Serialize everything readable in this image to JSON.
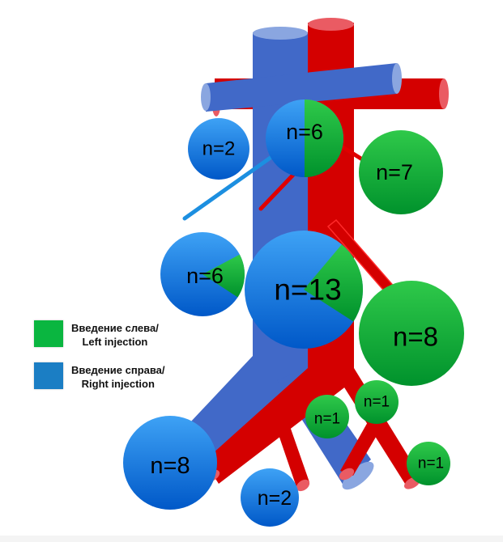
{
  "colors": {
    "vein": "#4169c8",
    "vein_cap": "#8aa6e0",
    "artery": "#d40000",
    "artery_cap": "#ea5b63",
    "left_injection": "#0ab640",
    "right_injection": "#1a7fd8"
  },
  "legend": {
    "left": {
      "line1": "Введение слева/",
      "line2": "Left injection",
      "color": "#0ab640"
    },
    "right": {
      "line1": "Введение справа/",
      "line2": "Right injection",
      "color": "#1b7ec4"
    }
  },
  "bubbles": [
    {
      "id": "neck-center",
      "label": "n=6",
      "total": 6,
      "left_fraction": 0.5
    },
    {
      "id": "left-upper",
      "label": "n=2",
      "total": 2,
      "left_fraction": 0
    },
    {
      "id": "right-upper",
      "label": "n=7",
      "total": 7,
      "left_fraction": 1
    },
    {
      "id": "left-mid",
      "label": "n=6",
      "total": 6,
      "left_fraction": 0.17
    },
    {
      "id": "center-main",
      "label": "n=13",
      "total": 13,
      "left_fraction": 0.23
    },
    {
      "id": "right-mid",
      "label": "n=8",
      "total": 8,
      "left_fraction": 1
    },
    {
      "id": "left-lower",
      "label": "n=8",
      "total": 8,
      "left_fraction": 0
    },
    {
      "id": "bottom-small",
      "label": "n=2",
      "total": 2,
      "left_fraction": 0
    },
    {
      "id": "iliac-center",
      "label": "n=1",
      "total": 1,
      "left_fraction": 1
    },
    {
      "id": "iliac-right-upper",
      "label": "n=1",
      "total": 1,
      "left_fraction": 1
    },
    {
      "id": "iliac-right-lower",
      "label": "n=1",
      "total": 1,
      "left_fraction": 1
    }
  ]
}
